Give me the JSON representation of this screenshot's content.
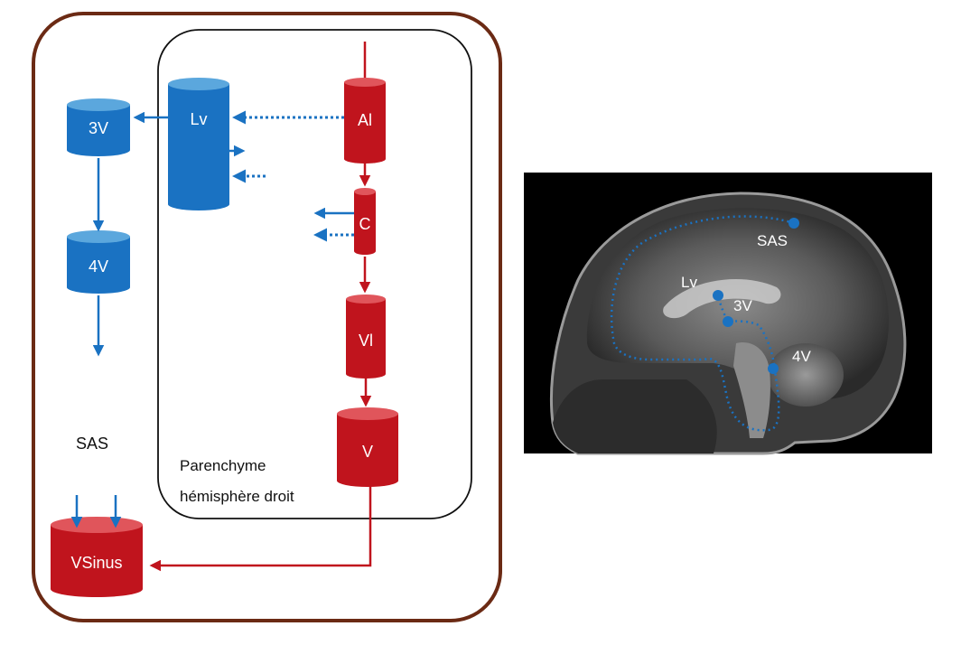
{
  "colors": {
    "blue": "#1a72c2",
    "blue_top": "#5ba7dd",
    "red": "#c0141d",
    "red_top": "#e0555b",
    "outer_border": "#6b2a14",
    "inner_border": "#111111",
    "mri_bg": "#000000"
  },
  "diagram": {
    "compartments": {
      "lv": "Lv",
      "v3": "3V",
      "v4": "4V",
      "al": "Al",
      "c": "C",
      "vl": "Vl",
      "v": "V",
      "vsinus": "VSinus"
    },
    "sas_label": "SAS",
    "parenchyme_label_line1": "Parenchyme",
    "parenchyme_label_line2": "hémisphère droit"
  },
  "mri": {
    "labels": {
      "sas": "SAS",
      "lv": "Lv",
      "v3": "3V",
      "v4": "4V"
    }
  }
}
